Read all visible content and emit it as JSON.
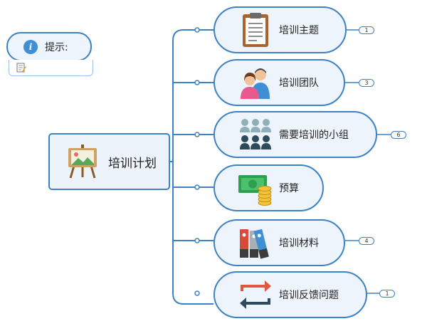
{
  "note": {
    "label": "提示:",
    "icon": "info-icon",
    "body_icon": "memo-icon"
  },
  "root": {
    "label": "培训计划",
    "icon": "easel-picture-icon"
  },
  "topics": [
    {
      "label": "培训主题",
      "icon": "clipboard-icon",
      "count": "1"
    },
    {
      "label": "培训团队",
      "icon": "people-icon",
      "count": "3"
    },
    {
      "label": "需要培训的小组",
      "icon": "group-icon",
      "count": "6"
    },
    {
      "label": "预算",
      "icon": "money-coins-icon",
      "count": ""
    },
    {
      "label": "培训材料",
      "icon": "binders-icon",
      "count": "4"
    },
    {
      "label": "培训反馈问题",
      "icon": "feedback-arrows-icon",
      "count": "1"
    }
  ],
  "colors": {
    "accent": "#3d82c4",
    "node_fill": "#eef4fb"
  }
}
